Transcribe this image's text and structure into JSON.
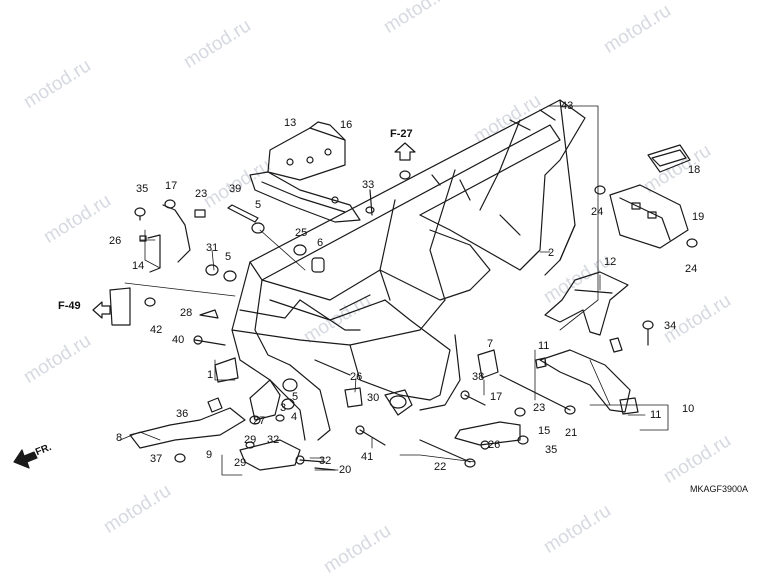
{
  "watermark": "motod.ru",
  "diagram_code": "MKAGF3900A",
  "direction_label": "FR.",
  "refs": {
    "top": "F-27",
    "left": "F-49"
  },
  "callouts": {
    "n1": "1",
    "n2": "2",
    "n3": "3",
    "n4": "4",
    "n5a": "5",
    "n5b": "5",
    "n6": "6",
    "n7": "7",
    "n8": "8",
    "n9": "9",
    "n10": "10",
    "n11a": "11",
    "n11b": "11",
    "n12": "12",
    "n13": "13",
    "n14": "14",
    "n15": "15",
    "n16": "16",
    "n17a": "17",
    "n17b": "17",
    "n18": "18",
    "n19": "19",
    "n20": "20",
    "n21": "21",
    "n22": "22",
    "n23a": "23",
    "n23b": "23",
    "n24a": "24",
    "n24b": "24",
    "n25": "25",
    "n26a": "26",
    "n26b": "26",
    "n27": "27",
    "n28": "28",
    "n29a": "29",
    "n29b": "29",
    "n30": "30",
    "n31": "31",
    "n32": "32",
    "n33": "33",
    "n34": "34",
    "n35a": "35",
    "n35b": "35",
    "n36": "36",
    "n37": "37",
    "n38": "38",
    "n39": "39",
    "n40": "40",
    "n41": "41",
    "n42": "42",
    "n43": "43"
  },
  "colors": {
    "line": "#1a1a1a",
    "watermark": "#c9cdd6",
    "background": "#ffffff"
  }
}
